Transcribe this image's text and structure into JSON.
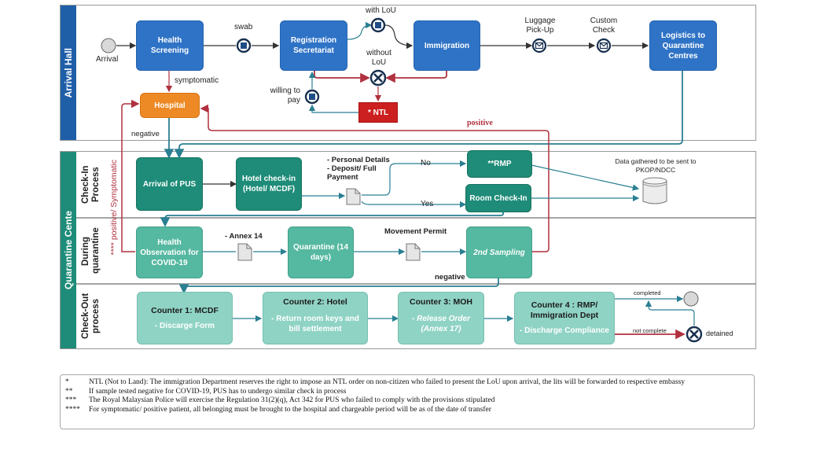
{
  "lanes": {
    "arrival_hall": "Arrival Hall",
    "quarantine_centre": "Quarantine Cente",
    "check_in": "Check-In Process",
    "during": "During quarantine",
    "check_out": "Check-Out process"
  },
  "colors": {
    "task_blue": "#2f73c6",
    "hospital_orange": "#ee8a25",
    "ntl_red": "#cc1f1f",
    "dark_teal": "#1e8c78",
    "mid_teal": "#55b8a0",
    "light_teal": "#8fd3c5",
    "flow_red": "#b0313f",
    "flow_teal": "#2a7f92"
  },
  "arrival": {
    "start_event": "Arrival",
    "health_screening": "Health Screening",
    "swab": "swab",
    "registration": "Registration Secretariat",
    "with_lou": "with LoU",
    "without_lou": "without LoU",
    "immigration": "Immigration",
    "luggage": "Luggage Pick-Up",
    "custom": "Custom Check",
    "logistics": "Logistics to Quarantine Centres",
    "symptomatic": "symptomatic",
    "hospital": "Hospital",
    "willing_to_pay": "willing to pay",
    "ntl": "* NTL",
    "negative": "negative",
    "positive": "positive"
  },
  "checkin": {
    "arrival_pus": "Arrival of PUS",
    "hotel_checkin": "Hotel check-in (Hotel/ MCDF)",
    "doc_items": [
      "- Personal Details",
      "- Deposit/ Full Payment"
    ],
    "no": "No",
    "yes": "Yes",
    "rmp": "**RMP",
    "room_checkin": "Room Check-In",
    "data_note": "Data gathered to be sent to PKOP/NDCC",
    "side_note": "**** positive/ Symptomatic"
  },
  "during": {
    "health_obs": "Health Observation for COVID-19",
    "annex14": "-  Annex 14",
    "quarantine": "Quarantine (14 days)",
    "movement_permit": "Movement Permit",
    "second_sampling": "2nd Sampling",
    "negative": "negative"
  },
  "checkout": {
    "counters": [
      {
        "title": "Counter 1: MCDF",
        "detail": "- Discarge Form"
      },
      {
        "title": "Counter 2: Hotel",
        "detail": "-  Return room keys and bill settlement"
      },
      {
        "title": "Counter 3: MOH",
        "detail": "-  Release Order (Annex 17)"
      },
      {
        "title": "Counter 4 : RMP/ Immigration Dept",
        "detail": "- Discharge Compliance"
      }
    ],
    "completed": "completed",
    "not_complete": "not complete",
    "detained": "detained"
  },
  "notes": [
    {
      "mark": "*",
      "text": "NTL (Not to Land): The immigration Department reserves the right to impose an NTL order on non-citizen who failed to present the LoU upon arrival, the lits will be forwarded to respective embassy"
    },
    {
      "mark": "**",
      "text": "If sample tested negative for COVID-19, PUS has to undergo similar check in process"
    },
    {
      "mark": "***",
      "text": "The Royal Malaysian Police will exercise the Regulation 31(2)(q), Act 342 for PUS who failed to comply with the provisions stipulated"
    },
    {
      "mark": "****",
      "text": "For symptomatic/ positive patient, all belonging must be brought to the hospital and chargeable period will be as of the date of transfer"
    }
  ]
}
